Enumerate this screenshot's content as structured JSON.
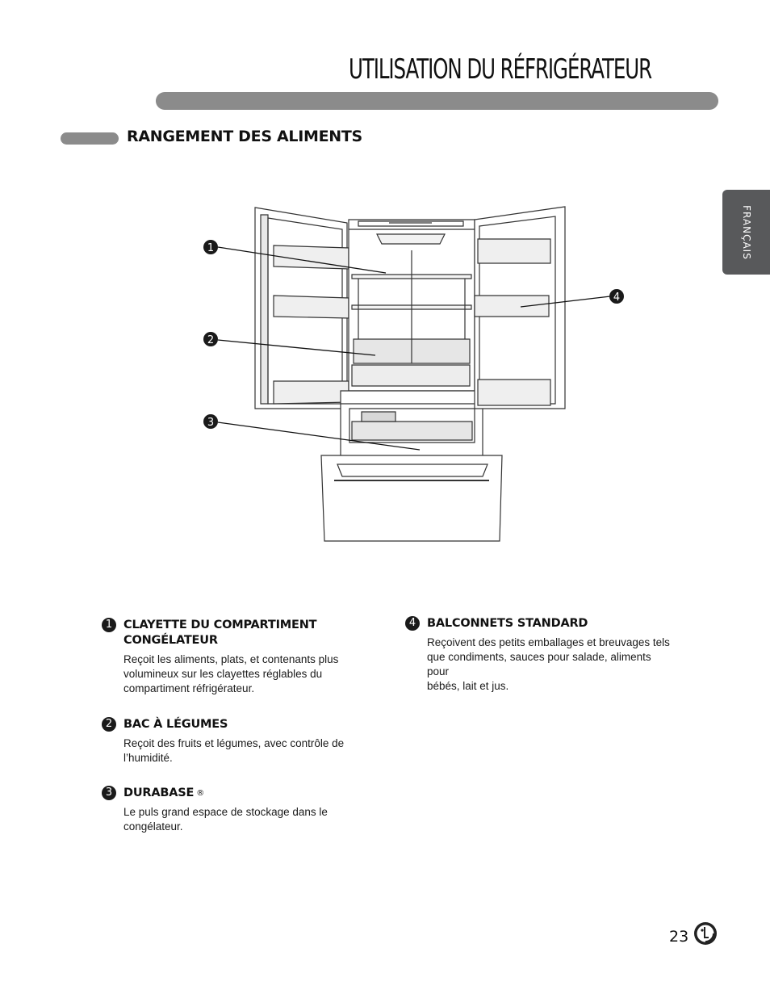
{
  "header": {
    "title": "UTILISATION DU RÉFRIGÉRATEUR"
  },
  "section": {
    "heading": "RANGEMENT DES ALIMENTS"
  },
  "side_tab": {
    "label": "FRANÇAIS"
  },
  "callouts": [
    "1",
    "2",
    "3",
    "4"
  ],
  "items": [
    {
      "number": "1",
      "title_line1": "CLAYETTE DU COMPARTIMENT",
      "title_line2": "CONGÉLATEUR",
      "body_line1": "Reçoit les aliments, plats, et contenants plus",
      "body_line2": "volumineux sur les clayettes réglables du",
      "body_line3": "compartiment réfrigérateur."
    },
    {
      "number": "2",
      "title": "BAC À LÉGUMES",
      "body_line1": "Reçoit des fruits et légumes, avec contrôle de",
      "body_line2": "l’humidité."
    },
    {
      "number": "3",
      "title": "DURABASE",
      "title_mark": "®",
      "body_line1": "Le puls grand espace de stockage dans le",
      "body_line2": "congélateur."
    },
    {
      "number": "4",
      "title": "BALCONNETS STANDARD",
      "body_line1": "Reçoivent des petits emballages et breuvages tels",
      "body_line2": "que condiments, sauces pour salade, aliments pour",
      "body_line3": "bébés, lait et jus."
    }
  ],
  "footer": {
    "page_number": "23",
    "logo": "lg-logo"
  }
}
